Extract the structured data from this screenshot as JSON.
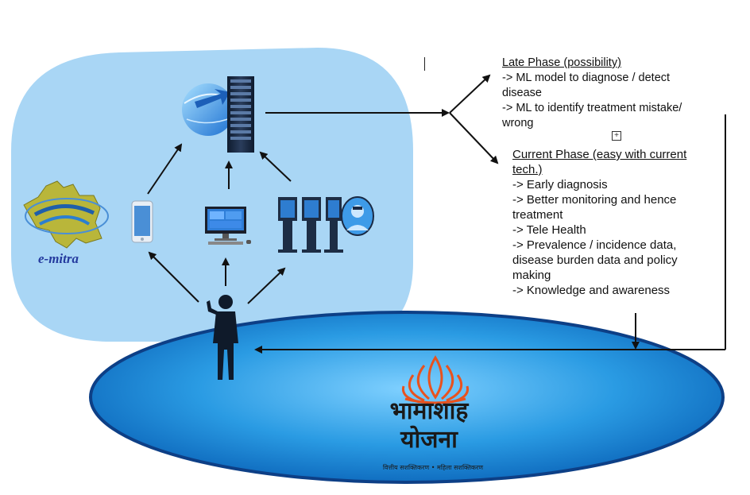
{
  "late_phase": {
    "heading": "Late Phase (possibility)",
    "lines": [
      "-> ML model to diagnose / detect",
      "disease",
      "-> ML to identify treatment mistake/",
      "wrong"
    ]
  },
  "current_phase": {
    "heading_lines": [
      "Current Phase (easy with current",
      "tech.)"
    ],
    "lines": [
      "-> Early diagnosis",
      "-> Better monitoring and hence",
      "treatment",
      "-> Tele Health",
      "-> Prevalence / incidence data,",
      "disease burden data and policy",
      "making",
      "-> Knowledge and awareness"
    ]
  },
  "emitra": {
    "label": "e-mitra"
  },
  "bhamashah": {
    "title_line1": "भामाशाह",
    "title_line2": "योजना",
    "tagline": "वित्तीय सशक्तिकरण • महिला सशक्तिकरण"
  },
  "colors": {
    "cloud_fill": "#a9d6f5",
    "ellipse_fill": "#1e8fd8",
    "ellipse_border": "#0d3f86",
    "lotus": "#e8521e",
    "arrow": "#111111"
  },
  "icons": [
    "server-globe-icon",
    "smartphone-icon",
    "desktop-computer-icon",
    "kiosk-icon",
    "person-icon",
    "lotus-logo",
    "rajasthan-map-logo"
  ]
}
